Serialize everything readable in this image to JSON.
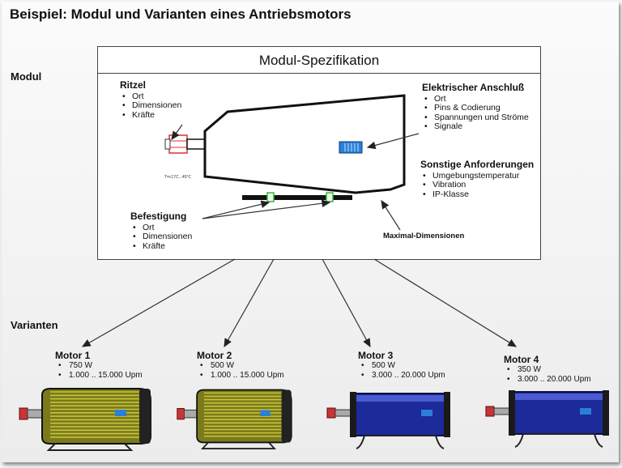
{
  "title": "Beispiel:  Modul und Varianten eines Antriebsmotors",
  "sections": {
    "modul": "Modul",
    "varianten": "Varianten"
  },
  "spec": {
    "title": "Modul-Spezifikation",
    "tiny_label": "T=c17C...45°C",
    "ritzel": {
      "heading": "Ritzel",
      "items": [
        "Ort",
        "Dimensionen",
        "Kräfte"
      ]
    },
    "befestigung": {
      "heading": "Befestigung",
      "items": [
        "Ort",
        "Dimensionen",
        "Kräfte"
      ]
    },
    "elektrisch": {
      "heading": "Elektrischer Anschluß",
      "items": [
        "Ort",
        "Pins & Codierung",
        "Spannungen und Ströme",
        "Signale"
      ]
    },
    "sonstige": {
      "heading": "Sonstige Anforderungen",
      "items": [
        "Umgebungstemperatur",
        "Vibration",
        "IP-Klasse"
      ]
    },
    "max_dim": "Maximal-Dimensionen"
  },
  "motors": [
    {
      "name": "Motor 1",
      "power": "750 W",
      "speed": "1.000 .. 15.000 Upm",
      "style": "ribbed"
    },
    {
      "name": "Motor 2",
      "power": "500 W",
      "speed": "1.000 .. 15.000 Upm",
      "style": "ribbed"
    },
    {
      "name": "Motor 3",
      "power": "500 W",
      "speed": "3.000 .. 20.000 Upm",
      "style": "smooth"
    },
    {
      "name": "Motor 4",
      "power": "350 W",
      "speed": "3.000 .. 20.000 Upm",
      "style": "smooth"
    }
  ],
  "colors": {
    "ribbed_body": "#7a7a1c",
    "ribbed_rib": "#c7c43a",
    "smooth_body": "#1c2a9a",
    "smooth_highlight": "#4a5ad0",
    "connector": "#2a7fd8",
    "pinion": "#e03030",
    "mount": "#3db33d"
  }
}
